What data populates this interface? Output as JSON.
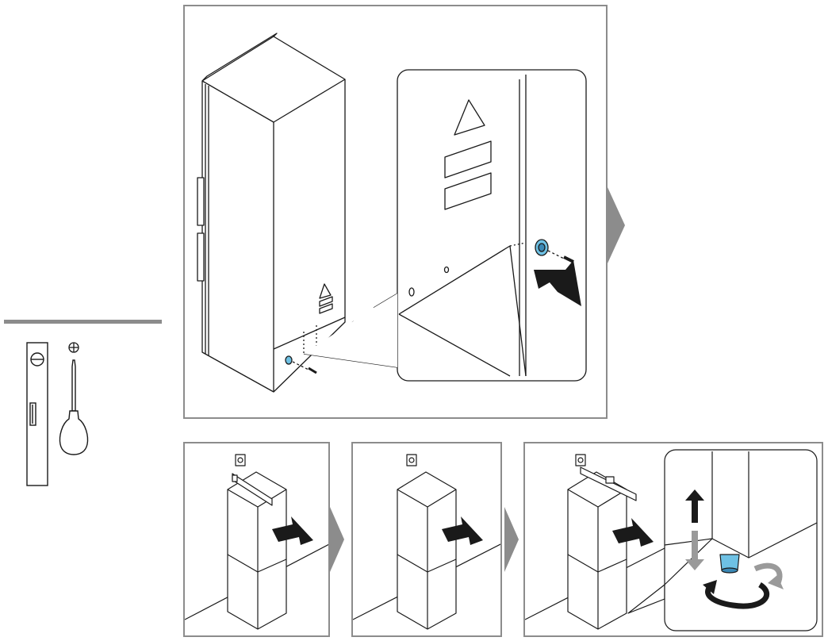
{
  "diagram": {
    "panels": [
      {
        "id": "step-1",
        "label": "Screw the anti-tip brackets to the rear bottom of the appliance"
      },
      {
        "id": "step-2",
        "label": "Push appliance towards wall with wall bracket"
      },
      {
        "id": "step-3",
        "label": "Push appliance fully into place"
      },
      {
        "id": "step-4",
        "label": "Align appliance and adjust feet"
      }
    ],
    "tools": [
      "spirit-level",
      "phillips-screwdriver"
    ],
    "colors": {
      "frame": "#8c8c8c",
      "line": "#1a1a1a",
      "arrow": "#1a1a1a",
      "highlight": "#6ec1e4",
      "adjust_arrow": "#9a9a9a"
    },
    "icons": [
      "warning-triangle-icon",
      "phillips-head-icon",
      "push-arrow-icon",
      "next-step-chevron-icon",
      "rotate-arrow-icon",
      "up-down-arrow-icon"
    ]
  }
}
